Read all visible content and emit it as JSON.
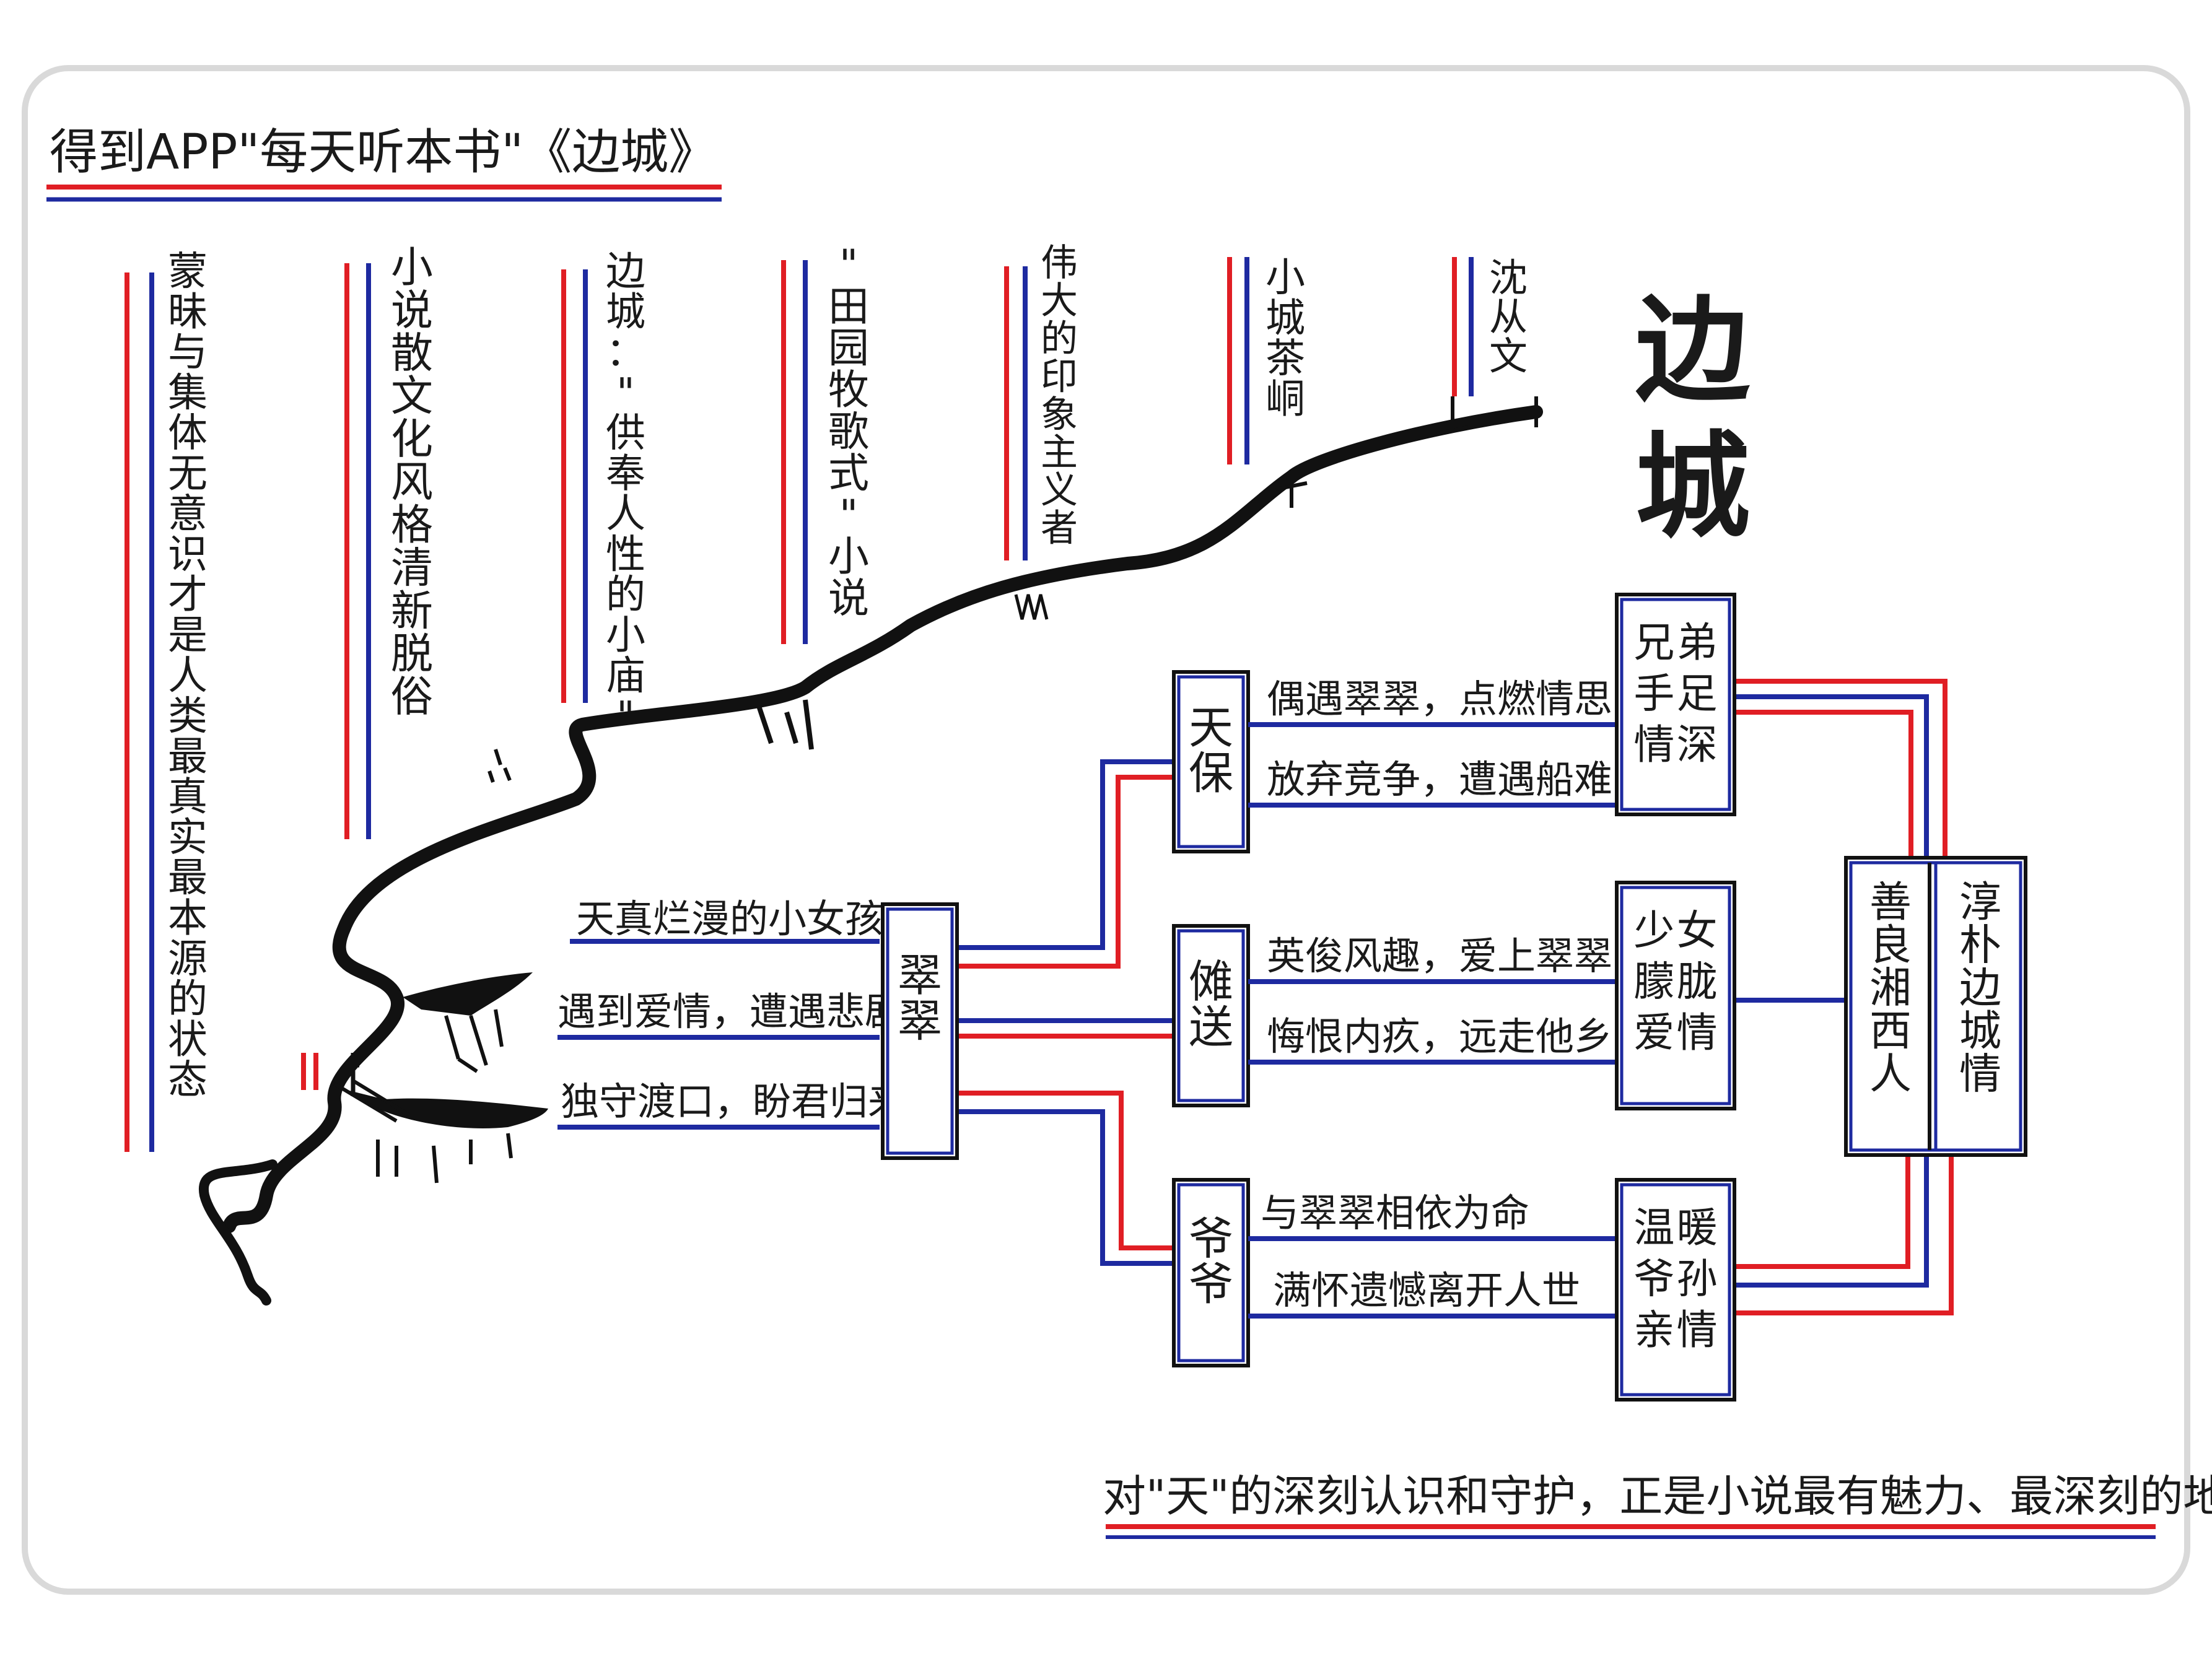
{
  "header": {
    "title": "得到APP\"每天听本书\"《边城》"
  },
  "main_title": "边城",
  "timeline_labels": [
    {
      "text": "沈从文"
    },
    {
      "text": "小城茶峒"
    },
    {
      "text": "伟大的印象主义者"
    },
    {
      "text": "\"田园牧歌式\"小说"
    },
    {
      "text": "边城：\"供奉人性的小庙\""
    },
    {
      "text": "小说散文化风格清新脱俗"
    },
    {
      "text": "蒙昧与集体无意识才是人类最真实最本源的状态"
    }
  ],
  "characters": {
    "cuicui": {
      "name": "翠翠",
      "traits": [
        "天真烂漫的小女孩",
        "遇到爱情，遭遇悲剧",
        "独守渡口，盼君归来"
      ]
    },
    "tianbao": {
      "name": "天保",
      "traits": [
        "偶遇翠翠，点燃情思",
        "放弃竞争，遭遇船难"
      ],
      "theme": "兄弟手足情深"
    },
    "nuosong": {
      "name": "傩送",
      "traits": [
        "英俊风趣，爱上翠翠",
        "悔恨内疚，远走他乡"
      ],
      "theme": "少女朦胧爱情"
    },
    "yeye": {
      "name": "爷爷",
      "traits": [
        "与翠翠相依为命",
        "满怀遗憾离开人世"
      ],
      "theme": "温暖爷孙亲情"
    }
  },
  "summary": {
    "left": "善良湘西人",
    "right": "淳朴边城情"
  },
  "footer": {
    "conclusion": "对\"天\"的深刻认识和守护，正是小说最有魅力、最深刻的地方。"
  },
  "colors": {
    "red": "#e01e24",
    "blue": "#1e2aa0",
    "ink": "#111111",
    "frame": "#d9d9d9"
  }
}
